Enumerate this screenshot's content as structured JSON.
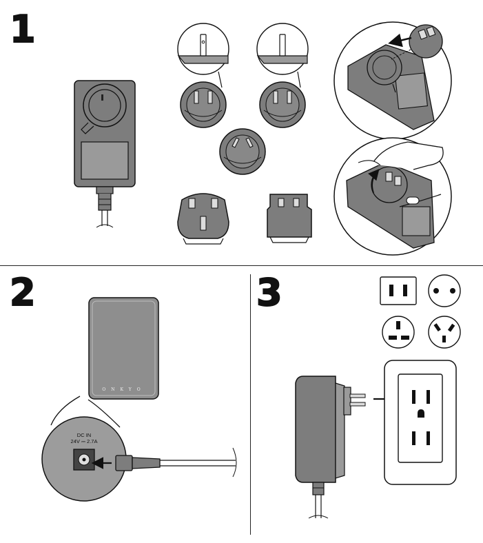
{
  "steps": {
    "step1": "1",
    "step2": "2",
    "step3": "3"
  },
  "device": {
    "brand": "ONKYO",
    "port_title": "DC IN",
    "port_rating": "24V ⎓ 2.7A"
  },
  "colors": {
    "line": "#1a1a1a",
    "adapter_body": "#7d7d7d",
    "adapter_plate": "#9a9a9a",
    "device_body": "#8e8e8e",
    "zoom_circle": "#9c9c9c",
    "background": "#ffffff"
  }
}
